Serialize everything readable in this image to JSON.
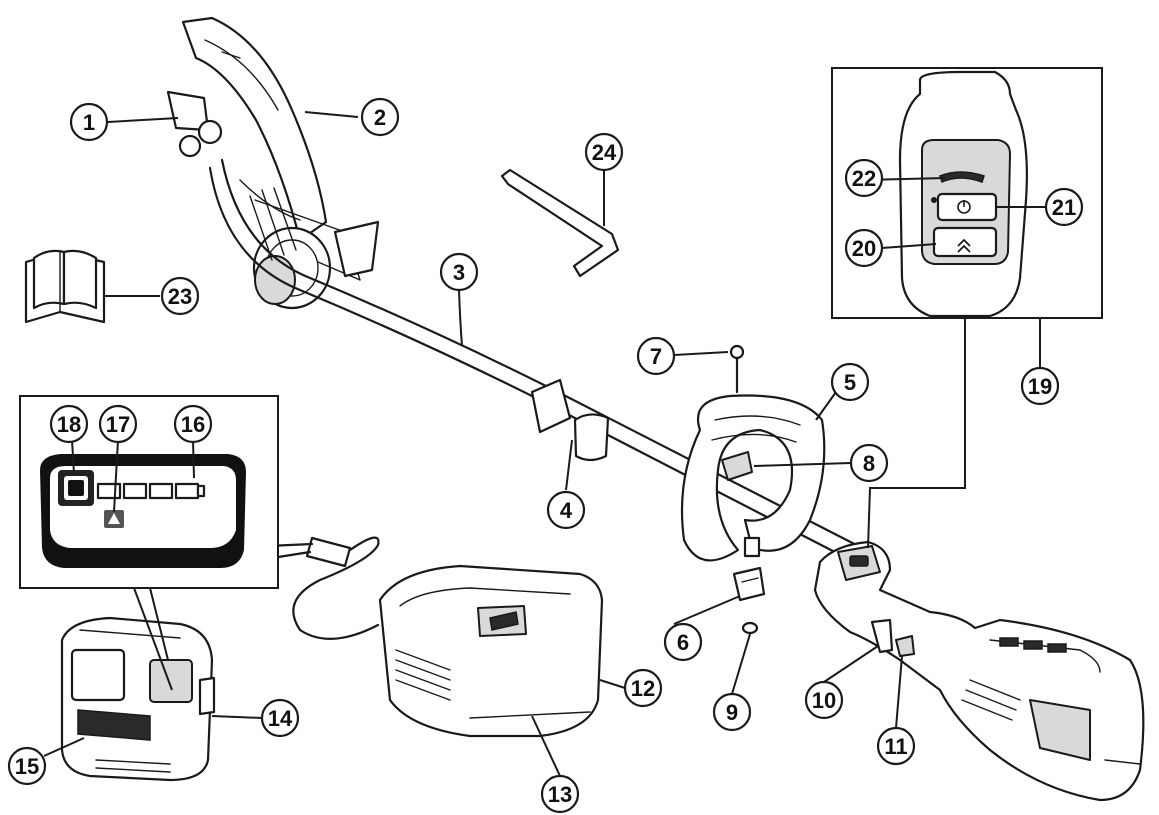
{
  "callouts": [
    {
      "id": "1",
      "label": "1"
    },
    {
      "id": "2",
      "label": "2"
    },
    {
      "id": "3",
      "label": "3"
    },
    {
      "id": "4",
      "label": "4"
    },
    {
      "id": "5",
      "label": "5"
    },
    {
      "id": "6",
      "label": "6"
    },
    {
      "id": "7",
      "label": "7"
    },
    {
      "id": "8",
      "label": "8"
    },
    {
      "id": "9",
      "label": "9"
    },
    {
      "id": "10",
      "label": "10"
    },
    {
      "id": "11",
      "label": "11"
    },
    {
      "id": "12",
      "label": "12"
    },
    {
      "id": "13",
      "label": "13"
    },
    {
      "id": "14",
      "label": "14"
    },
    {
      "id": "15",
      "label": "15"
    },
    {
      "id": "16",
      "label": "16"
    },
    {
      "id": "17",
      "label": "17"
    },
    {
      "id": "18",
      "label": "18"
    },
    {
      "id": "19",
      "label": "19"
    },
    {
      "id": "20",
      "label": "20"
    },
    {
      "id": "21",
      "label": "21"
    },
    {
      "id": "22",
      "label": "22"
    },
    {
      "id": "23",
      "label": "23"
    },
    {
      "id": "24",
      "label": "24"
    }
  ],
  "parts": {
    "edger_head": "edger-head",
    "guard": "blade-guard",
    "shaft": "shaft",
    "front_handle": "auxiliary-handle",
    "battery": "battery-pack",
    "charger": "charger",
    "manual": "instruction-manual",
    "hex_key": "hex-key",
    "switch_panel": "switch-panel-detail",
    "battery_indicator": "battery-indicator-detail"
  }
}
